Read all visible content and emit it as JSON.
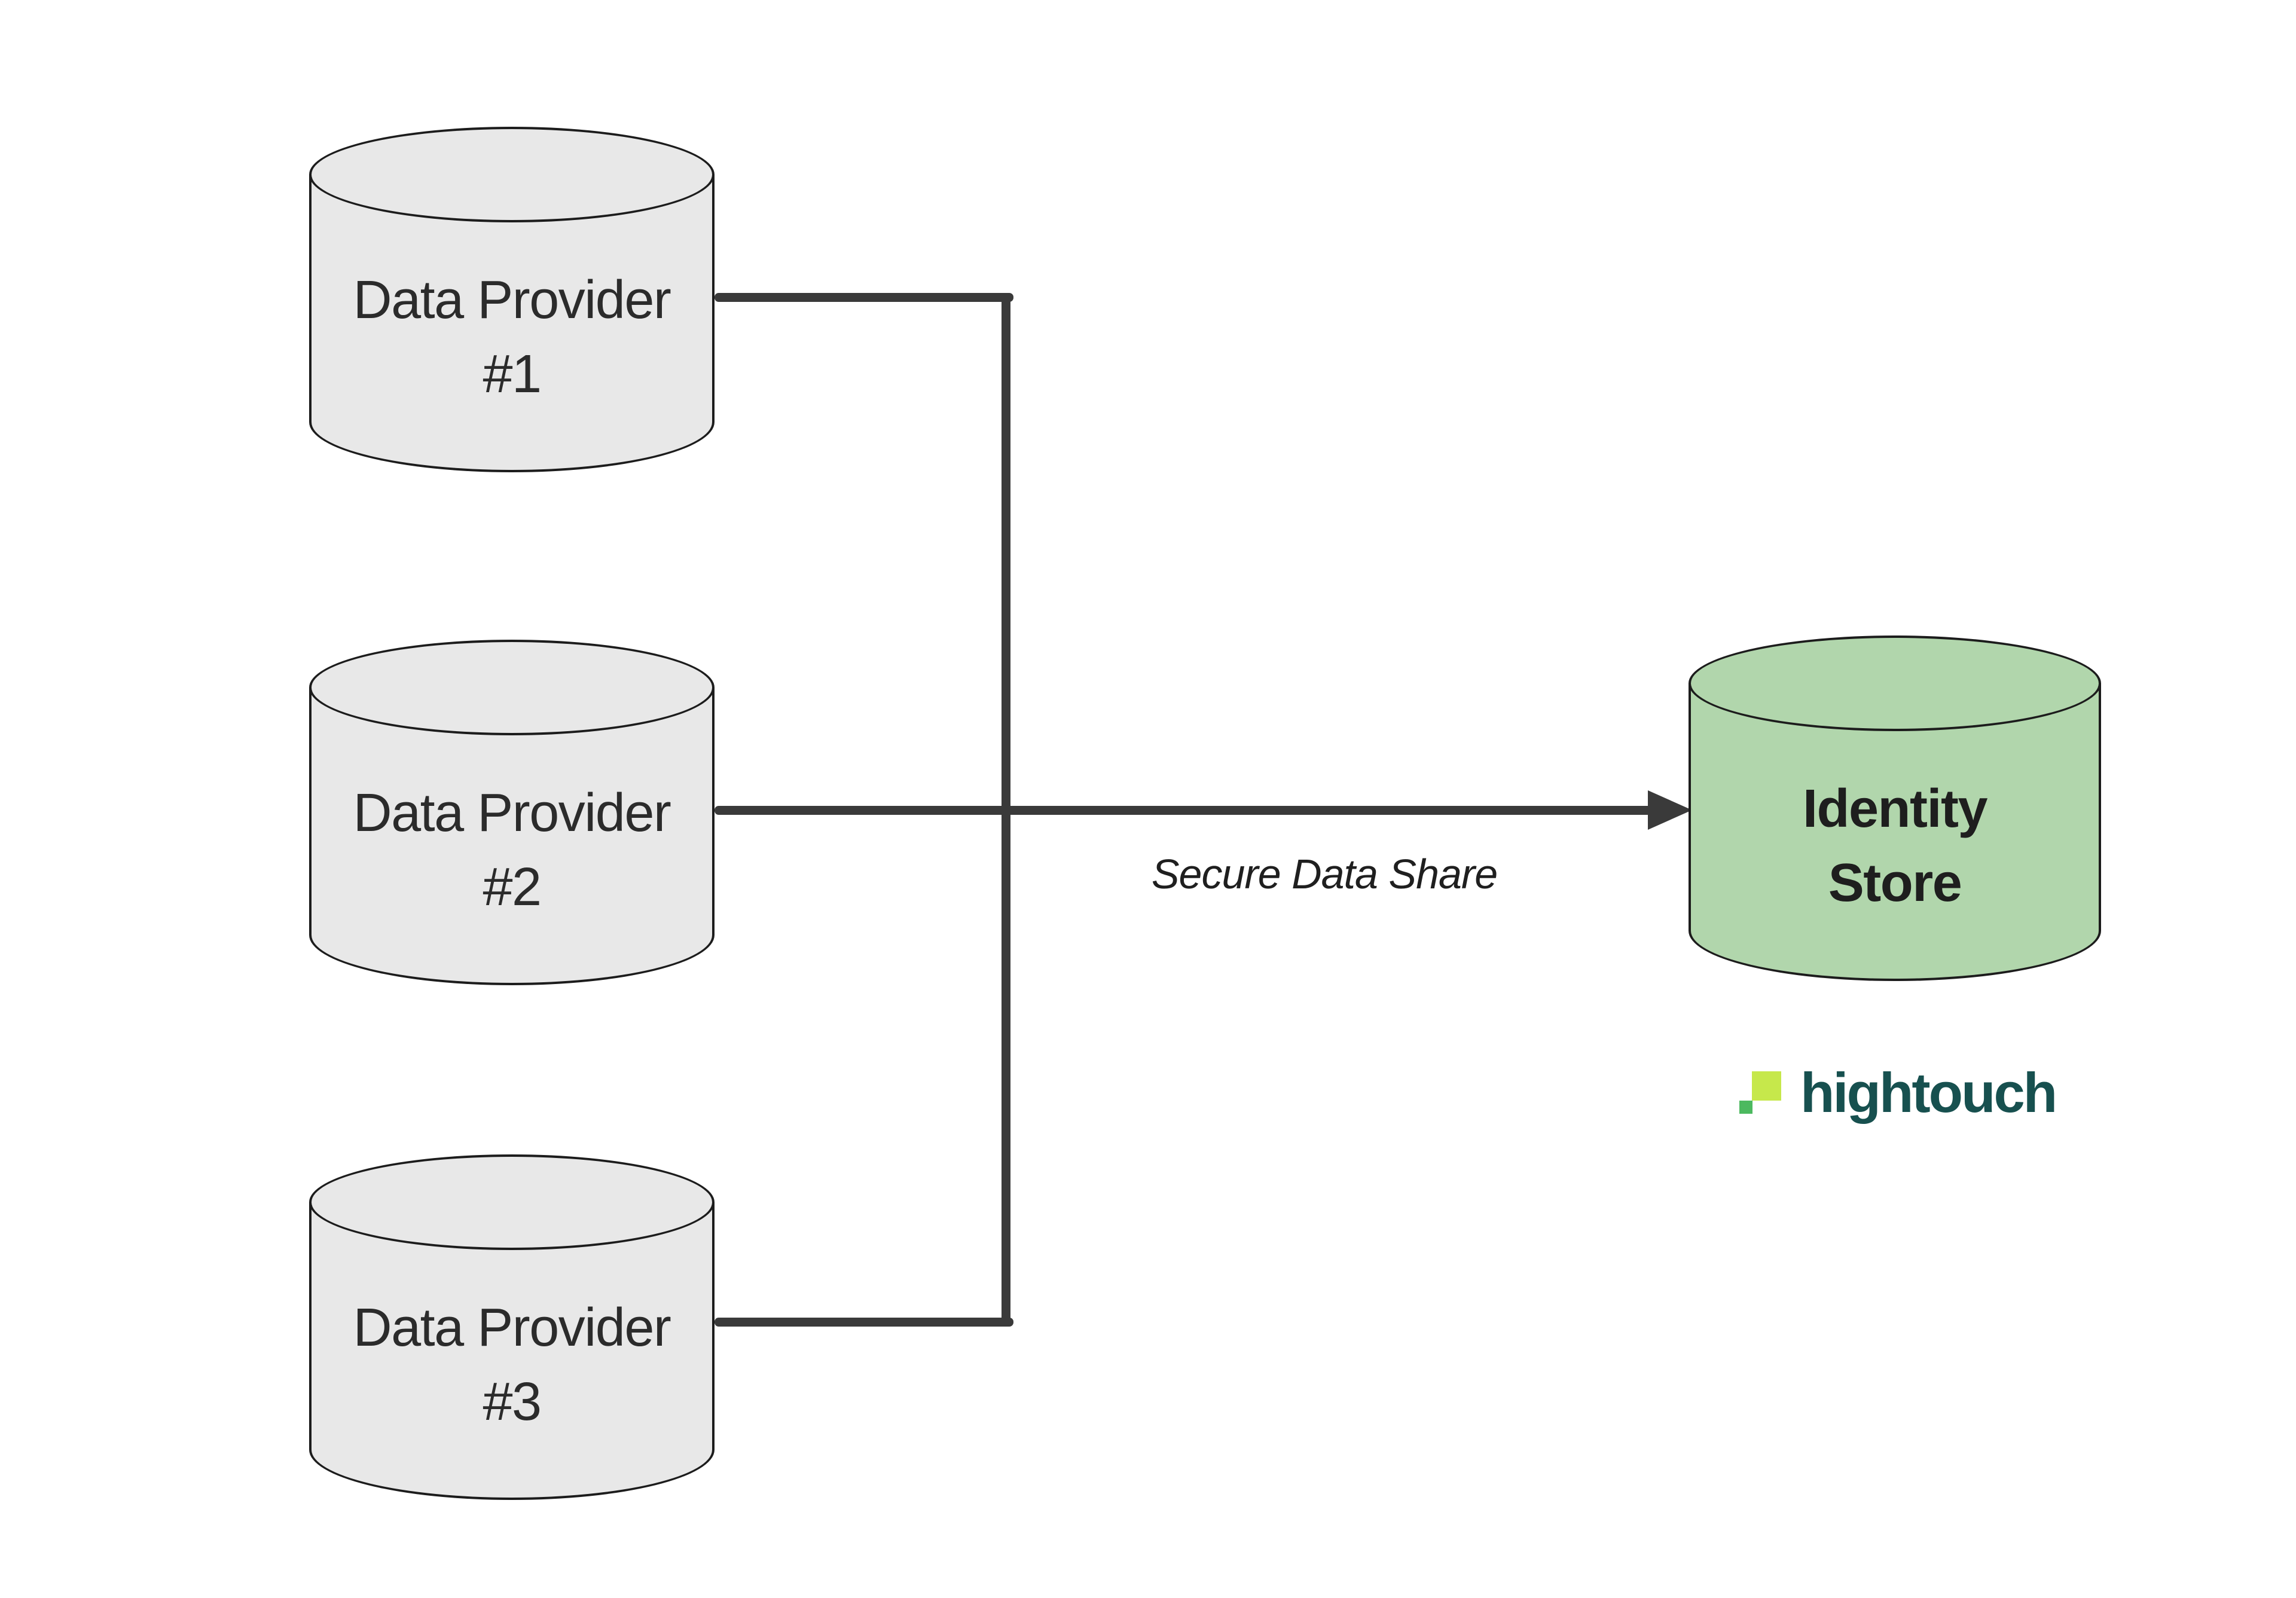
{
  "diagram": {
    "nodes": {
      "providers": [
        {
          "id": "data-provider-1",
          "shape": "cylinder",
          "lines": [
            "Data Provider",
            "#1"
          ]
        },
        {
          "id": "data-provider-2",
          "shape": "cylinder",
          "lines": [
            "Data Provider",
            "#2"
          ]
        },
        {
          "id": "data-provider-3",
          "shape": "cylinder",
          "lines": [
            "Data Provider",
            "#3"
          ]
        }
      ],
      "identity_store": {
        "id": "identity-store",
        "shape": "cylinder",
        "lines": [
          "Identity",
          "Store"
        ]
      }
    },
    "edge": {
      "label": "Secure Data Share"
    },
    "logo": {
      "wordmark": "hightouch"
    },
    "colors": {
      "background": "#ffffff",
      "provider_fill": "#e8e8e8",
      "identity_fill": "#b1d6ac",
      "stroke": "#1c1c1c",
      "connector": "#3a3a3a",
      "label_text": "#2b2b2b",
      "edge_label_text": "#1f1f1f",
      "logo_wordmark": "#17504f",
      "logo_square_large": "#c6e84b",
      "logo_square_small": "#4cb95f"
    }
  }
}
